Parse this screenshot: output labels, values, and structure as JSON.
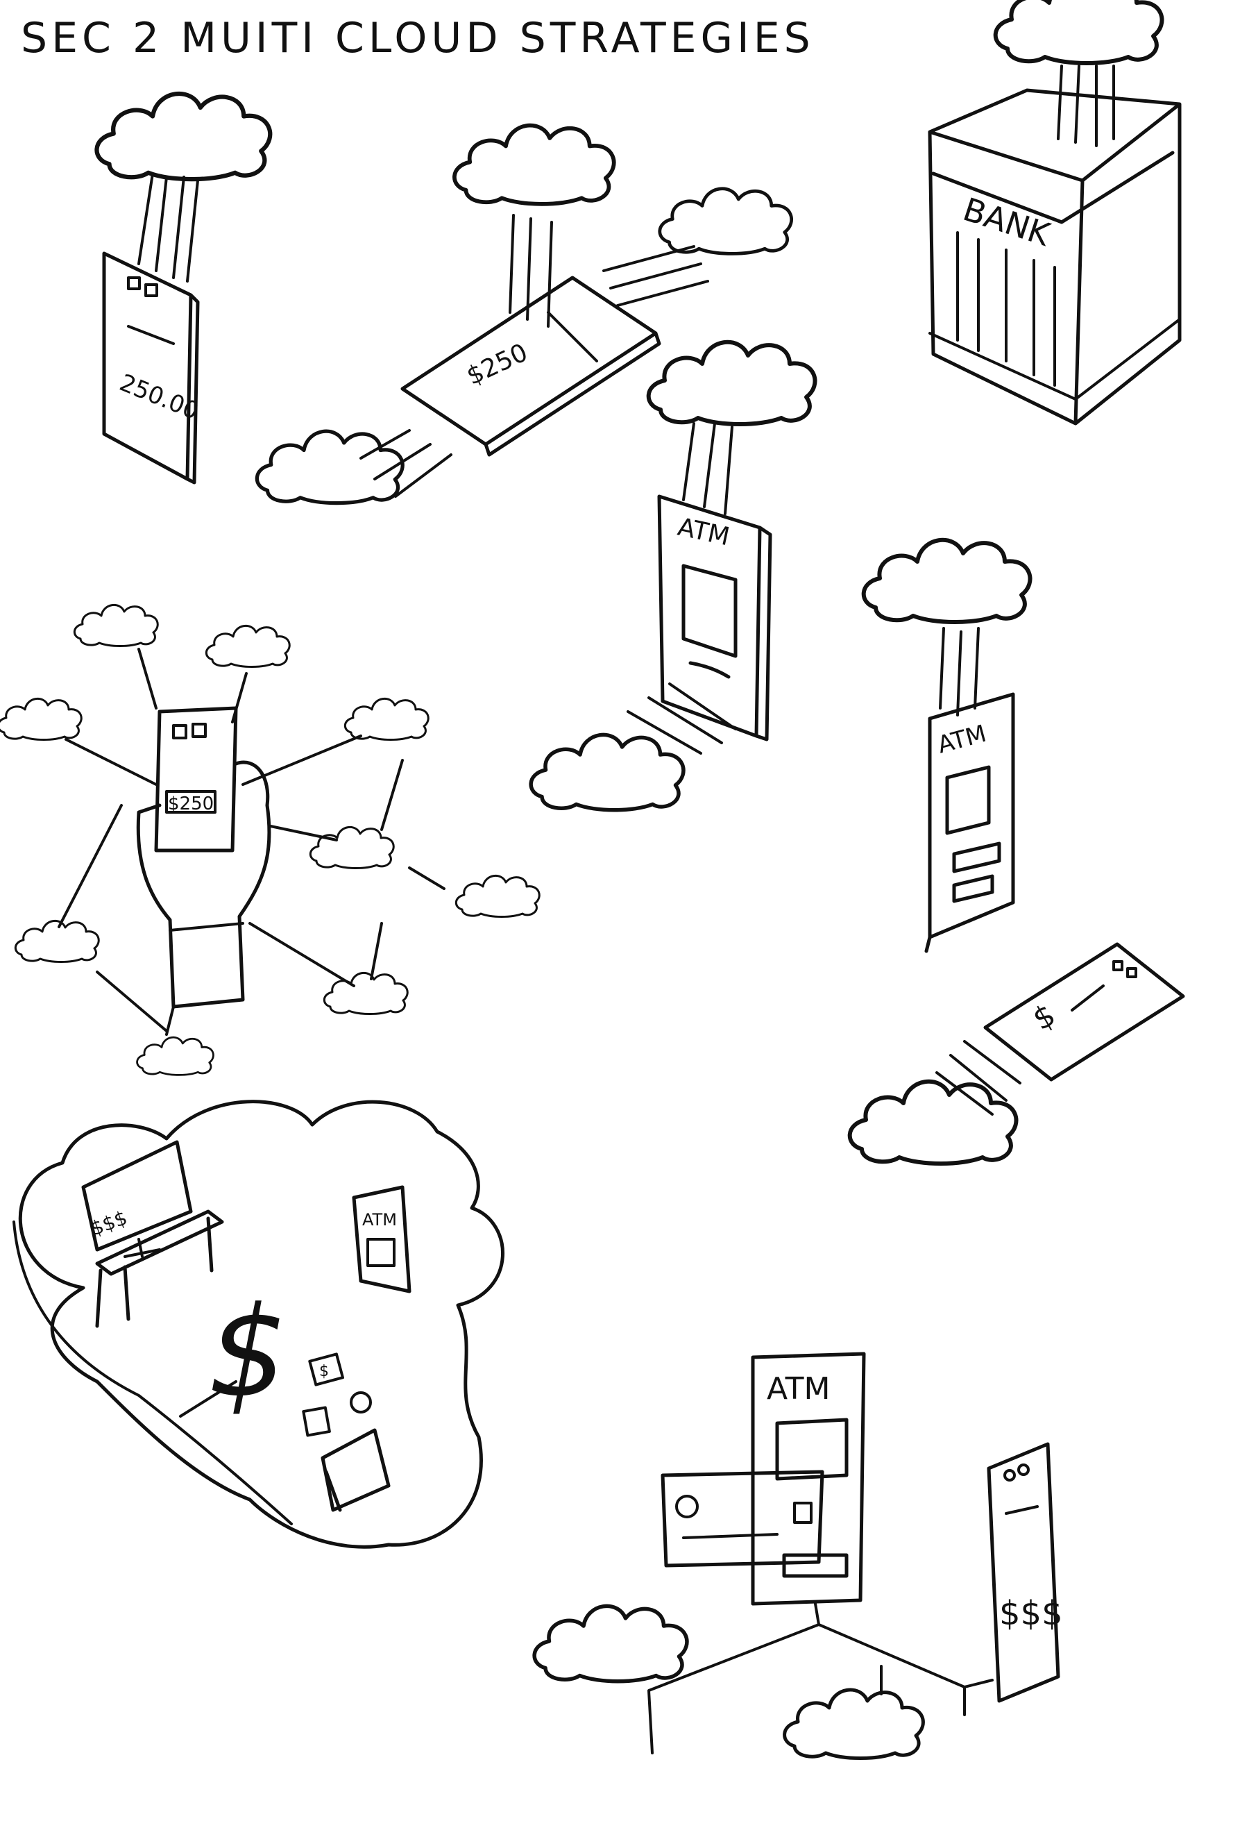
{
  "title": "SEC 2 MUITI CLOUD STRATEGIES",
  "labels": {
    "bank": "BANK",
    "atm": "ATM",
    "phone_amount": "250.00",
    "card_amount": "$250",
    "hand_phone_amount": "$250",
    "desktop_amount": "$$$",
    "dollar": "$",
    "small_note": "$",
    "phone_money": "$$$"
  },
  "ink_color": "#111111"
}
